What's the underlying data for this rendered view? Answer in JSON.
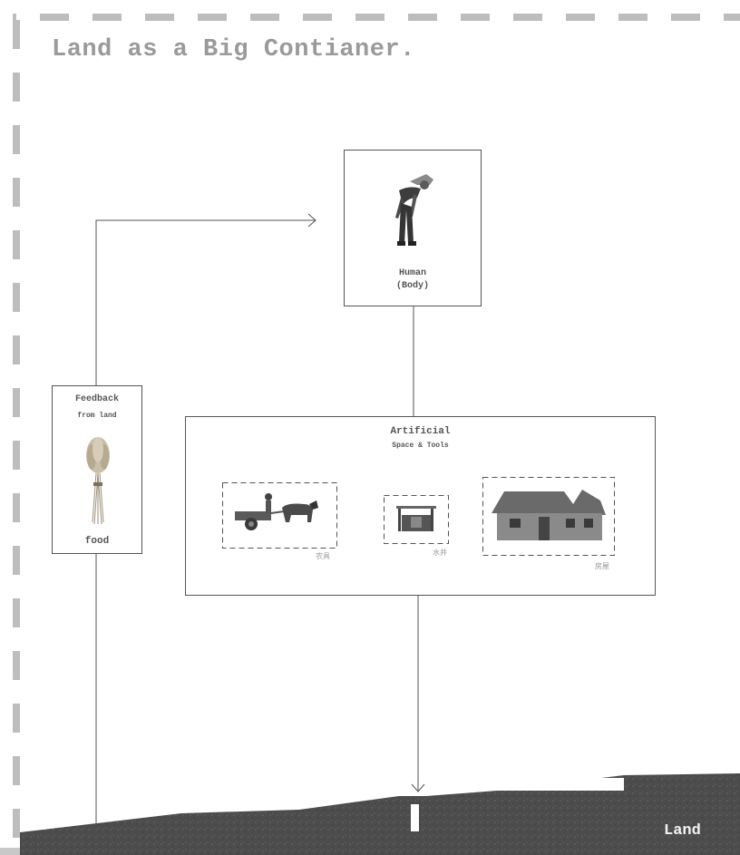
{
  "title": "Land as a Big Contianer.",
  "human": {
    "label": "Human",
    "sublabel": "(Body)",
    "image": "farmer-figure"
  },
  "feedback": {
    "label": "Feedback",
    "sublabel": "from land",
    "food": "food",
    "image": "wheat-bundle"
  },
  "artificial": {
    "label": "Artificial",
    "sublabel": "Space & Tools",
    "items": [
      {
        "caption": "农具",
        "image": "ox-cart"
      },
      {
        "caption": "水井",
        "image": "water-well"
      },
      {
        "caption": "房屋",
        "image": "thatched-house"
      }
    ]
  },
  "land": {
    "label": "Land"
  },
  "colors": {
    "frame_dash": "#bdbdbd",
    "line": "#555555",
    "ground": "#4a4a4a",
    "title": "#9a9a9a"
  }
}
